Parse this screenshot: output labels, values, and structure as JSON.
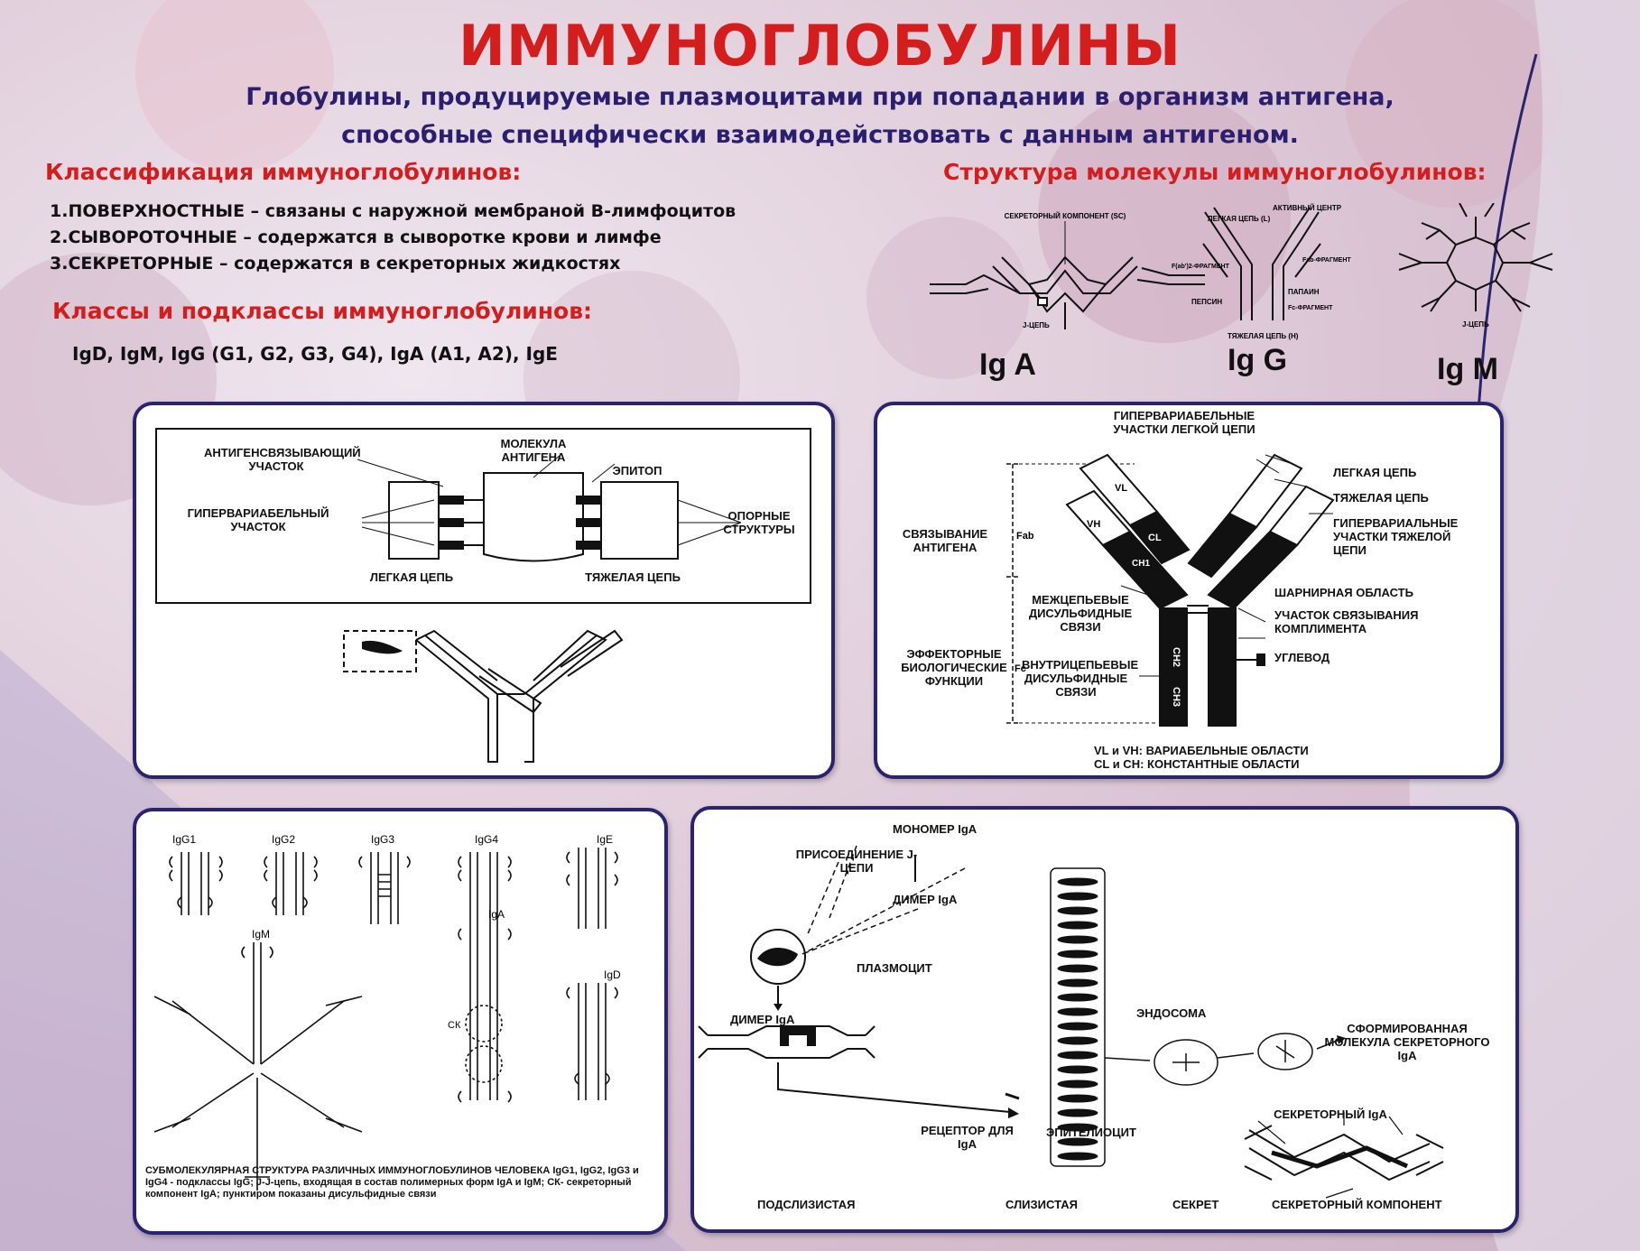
{
  "title": "ИММУНОГЛОБУЛИНЫ",
  "subtitle_line1": "Глобулины, продуцируемые плазмоцитами при попадании в организм антигена,",
  "subtitle_line2": "способные специфически взаимодействовать с данным антигеном.",
  "classification": {
    "heading": "Классификация иммуноглобулинов:",
    "items": [
      "1.ПОВЕРХНОСТНЫЕ – связаны с наружной мембраной В-лимфоцитов",
      "2.СЫВОРОТОЧНЫЕ – содержатся в сыворотке крови и лимфе",
      "3.СЕКРЕТОРНЫЕ – содержатся в секреторных жидкостях"
    ]
  },
  "classes": {
    "heading": "Классы и подклассы иммуноглобулинов:",
    "text": "IgD, IgM, IgG (G1, G2, G3, G4), IgA (A1, A2), IgE"
  },
  "structure": {
    "heading": "Структура молекулы иммуноглобулинов:",
    "iga": {
      "label": "Ig A",
      "sc": "СЕКРЕТОРНЫЙ КОМПОНЕНТ (SC)",
      "j": "J-ЦЕПЬ"
    },
    "igg": {
      "label": "Ig G",
      "active": "АКТИВНЫЙ ЦЕНТР",
      "light": "ЛЕГКАЯ ЦЕПЬ (L)",
      "fab2": "F(ab')2-ФРАГМЕНТ",
      "fab": "Fab-ФРАГМЕНТ",
      "papain": "ПАПАИН",
      "pepsin": "ПЕПСИН",
      "fc": "Fc-ФРАГМЕНТ",
      "heavy": "ТЯЖЕЛАЯ ЦЕПЬ (H)"
    },
    "igm": {
      "label": "Ig M",
      "j": "J-ЦЕПЬ"
    }
  },
  "panel1": {
    "antigen_site": "АНТИГЕНСВЯЗЫВАЮЩИЙ УЧАСТОК",
    "antigen_molecule": "МОЛЕКУЛА АНТИГЕНА",
    "epitope": "ЭПИТОП",
    "hypervariable": "ГИПЕРВАРИАБЕЛЬНЫЙ УЧАСТОК",
    "support": "ОПОРНЫЕ СТРУКТУРЫ",
    "light_chain": "ЛЕГКАЯ ЦЕПЬ",
    "heavy_chain": "ТЯЖЕЛАЯ ЦЕПЬ"
  },
  "panel2": {
    "hv_light": "ГИПЕРВАРИАБЕЛЬНЫЕ УЧАСТКИ ЛЕГКОЙ ЦЕПИ",
    "light_chain": "ЛЕГКАЯ ЦЕПЬ",
    "heavy_chain": "ТЯЖЕЛАЯ ЦЕПЬ",
    "hv_heavy": "ГИПЕРВАРИАЛЬНЫЕ УЧАСТКИ ТЯЖЕЛОЙ ЦЕПИ",
    "binding": "СВЯЗЫВАНИЕ АНТИГЕНА",
    "fab": "Fab",
    "fc": "Fc",
    "inter_ss": "МЕЖЦЕПЬЕВЫЕ ДИСУЛЬФИДНЫЕ СВЯЗИ",
    "hinge": "ШАРНИРНАЯ ОБЛАСТЬ",
    "complement": "УЧАСТОК СВЯЗЫВАНИЯ КОМПЛИМЕНТА",
    "effector": "ЭФФЕКТОРНЫЕ БИОЛОГИЧЕСКИЕ ФУНКЦИИ",
    "intra_ss": "ВНУТРИЦЕПЬЕВЫЕ ДИСУЛЬФИДНЫЕ СВЯЗИ",
    "carb": "УГЛЕВОД",
    "vl": "VL",
    "vh": "VH",
    "cl": "CL",
    "ch1": "CH1",
    "ch2": "CH2",
    "ch3": "CH3",
    "note1": "VL и VH: ВАРИАБЕЛЬНЫЕ ОБЛАСТИ",
    "note2": "CL и CH: КОНСТАНТНЫЕ ОБЛАСТИ"
  },
  "panel3": {
    "igg1": "IgG1",
    "igg2": "IgG2",
    "igg3": "IgG3",
    "igg4": "IgG4",
    "ige": "IgE",
    "igm": "IgM",
    "iga": "IgA",
    "igd": "IgD",
    "ck": "СК",
    "caption": "СУБМОЛЕКУЛЯРНАЯ СТРУКТУРА РАЗЛИЧНЫХ ИММУНОГЛОБУЛИНОВ ЧЕЛОВЕКА IgG1, IgG2, IgG3 и IgG4 - подклассы IgG; J-J-цепь, входящая в состав полимерных форм IgA и IgM; СК- секреторный компонент IgA; пунктиром показаны дисульфидные связи"
  },
  "panel4": {
    "monomer": "МОНОМЕР IgA",
    "j_attach": "ПРИСОЕДИНЕНИЕ J-ЦЕПИ",
    "dimer1": "ДИМЕР IgA",
    "plasmocyte": "ПЛАЗМОЦИТ",
    "dimer2": "ДИМЕР IgA",
    "endosome": "ЭНДОСОМА",
    "formed": "СФОРМИРОВАННАЯ МОЛЕКУЛА СЕКРЕТОРНОГО IgA",
    "secretory_iga": "СЕКРЕТОРНЫЙ IgA",
    "receptor": "РЕЦЕПТОР ДЛЯ IgA",
    "epithelial": "ЭПИТЕЛИОЦИТ",
    "submucosa": "ПОДСЛИЗИСТАЯ",
    "mucosa": "СЛИЗИСТАЯ",
    "secret": "СЕКРЕТ",
    "sc": "СЕКРЕТОРНЫЙ КОМПОНЕНТ"
  },
  "colors": {
    "title": "#d41e1e",
    "subtitle": "#2a1f6e",
    "panel_border": "#2a2470"
  }
}
